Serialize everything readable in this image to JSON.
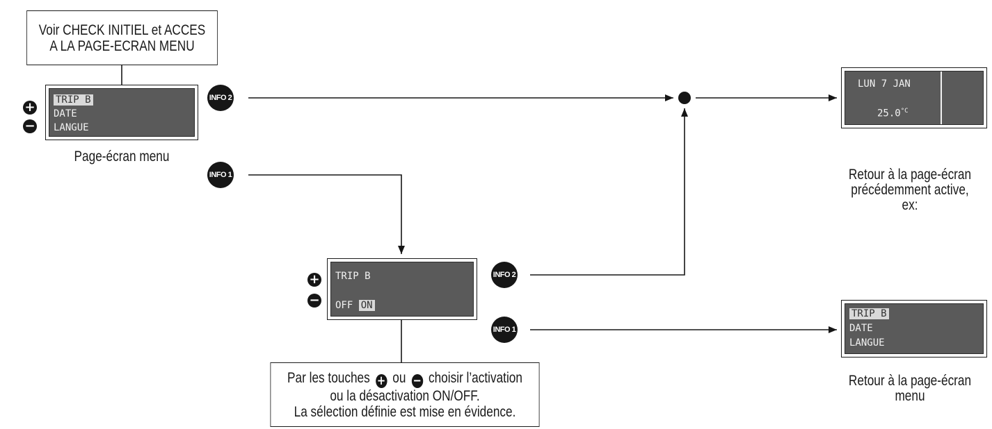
{
  "boxes": {
    "top_line1": "Voir CHECK INITIEL et ACCES",
    "top_line2": "A LA PAGE-ECRAN MENU",
    "bottom_line1_pre": "Par les touches",
    "bottom_line1_mid": "ou",
    "bottom_line1_post": "choisir l’activation",
    "bottom_line2": "ou la désactivation ON/OFF.",
    "bottom_line3": "La sélection définie est mise en évidence."
  },
  "menu_screen": {
    "items": [
      "TRIP B",
      "DATE",
      "LANGUE"
    ],
    "highlighted": "TRIP B",
    "caption": "Page-écran menu"
  },
  "trip_screen": {
    "title": "TRIP B",
    "off_label": "OFF",
    "on_label": "ON",
    "selected": "ON"
  },
  "previous_screen": {
    "date": "LUN 7 JAN",
    "temperature": "25.0",
    "unit": "°C",
    "caption_line1": "Retour à la page-écran",
    "caption_line2": "précédemment active,",
    "caption_line3": "ex:"
  },
  "return_menu_screen": {
    "items": [
      "TRIP B",
      "DATE",
      "LANGUE"
    ],
    "highlighted": "TRIP B",
    "caption_line1": "Retour à la page-écran",
    "caption_line2": "menu"
  },
  "buttons": {
    "plus_symbol": "+",
    "minus_symbol": "−",
    "info1": "INFO 1",
    "info2": "INFO 2"
  },
  "colors": {
    "ink": "#161616",
    "lcd_bg": "#5a5a5a",
    "lcd_text": "#f2f2f2",
    "lcd_highlight": "#d9d9d9"
  }
}
